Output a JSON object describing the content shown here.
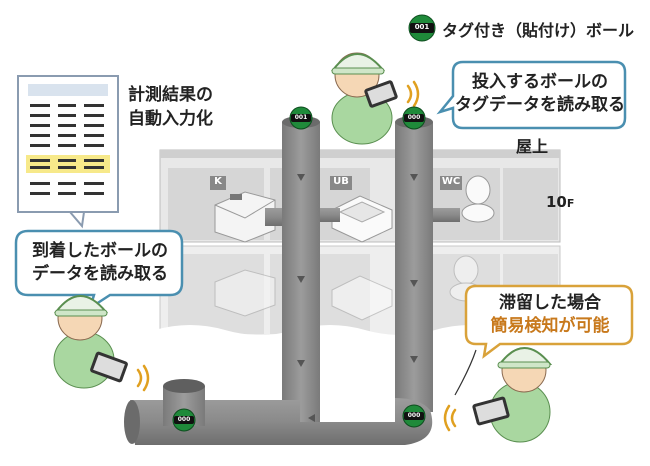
{
  "legend": {
    "badge": "001",
    "label": "タグ付き（貼付け）ボール"
  },
  "document_caption": {
    "line1": "計測結果の",
    "line2": "自動入力化"
  },
  "bubbles": {
    "top": {
      "line1": "投入するボールの",
      "line2": "タグデータを読み取る"
    },
    "left": {
      "line1": "到着したボールの",
      "line2": "データを読み取る"
    },
    "right": {
      "line1": "滞留した場合",
      "line2": "簡易検知が可能"
    }
  },
  "floors": {
    "roof": "屋上",
    "tenth_prefix": "10",
    "tenth_suffix": "F"
  },
  "fixtures": {
    "kitchen": "K",
    "bath": "UB",
    "toilet": "WC"
  },
  "balls": {
    "pipe_top_left": "001",
    "pipe_top_right": "000",
    "bottom_left": "000",
    "bottom_right": "000"
  },
  "colors": {
    "worker_green": "#a9d7a0",
    "pipe_gray": "#8c8c8c",
    "ball_green": "#1f8a3a",
    "bubble_blue_border": "#4a8fb0",
    "bubble_orange_border": "#d9a23a",
    "highlight_orange": "#c8791c"
  }
}
